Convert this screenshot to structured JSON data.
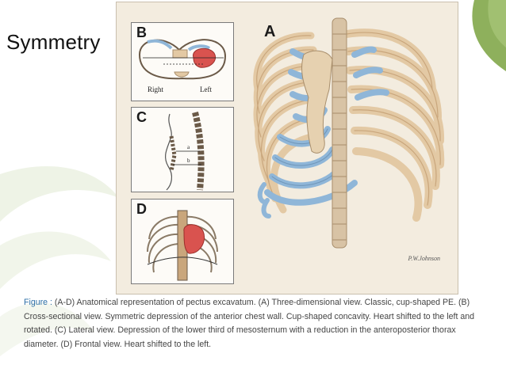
{
  "slide": {
    "title": "Symmetry"
  },
  "figure": {
    "panel_labels": {
      "a": "A",
      "b": "B",
      "c": "C",
      "d": "D"
    },
    "panel_b": {
      "right_label": "Right",
      "left_label": "Left"
    },
    "panel_c": {
      "measure_a": "a",
      "measure_b": "b"
    },
    "signature": "P.W.Johnson"
  },
  "caption": {
    "label": "Figure :",
    "text": "(A-D) Anatomical representation of pectus excavatum. (A) Three-dimensional view. Classic, cup-shaped PE. (B) Cross-sectional view. Symmetric depression of the anterior chest wall. Cup-shaped concavity. Heart shifted to the left and rotated. (C) Lateral view. Depression of the lower third of mesosternum with a reduction in the anteroposterior thorax diameter. (D) Frontal view. Heart shifted to the left."
  },
  "colors": {
    "accent_green": "#7aa23f",
    "rib_tan": "#e3c9a4",
    "cartilage_blue": "#8fb6d8",
    "heart_red": "#d9534f",
    "caption_label": "#2e6fa7"
  }
}
